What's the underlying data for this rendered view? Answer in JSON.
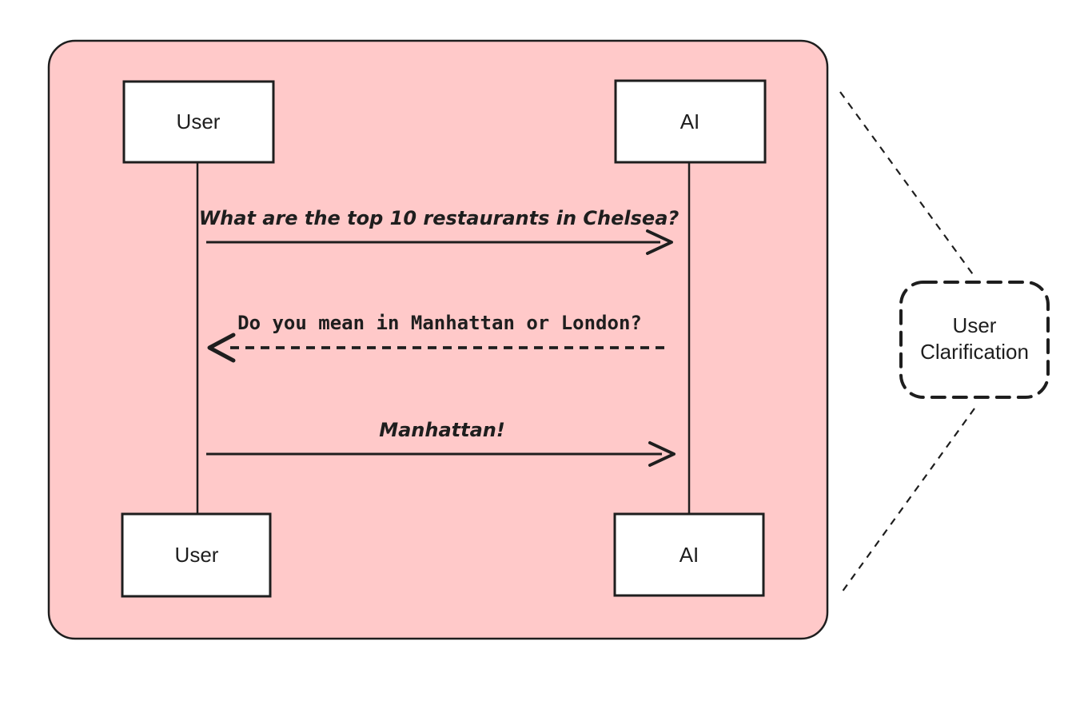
{
  "diagram": {
    "colors": {
      "panel_fill": "#FFC9C9",
      "stroke": "#1E1E1E",
      "box_fill": "#FFFFFF",
      "page_background": "#FFFFFF"
    },
    "actors": {
      "user_top": {
        "label": "User"
      },
      "ai_top": {
        "label": "AI"
      },
      "user_bottom": {
        "label": "User"
      },
      "ai_bottom": {
        "label": "AI"
      }
    },
    "messages": [
      {
        "from": "User",
        "to": "AI",
        "style": "solid",
        "direction": "right",
        "text": "What are the top 10 restaurants in Chelsea?"
      },
      {
        "from": "AI",
        "to": "User",
        "style": "dashed",
        "direction": "left",
        "text": "Do you mean in Manhattan or London?"
      },
      {
        "from": "User",
        "to": "AI",
        "style": "solid",
        "direction": "right",
        "text": "Manhattan!"
      }
    ],
    "callout": {
      "full_label": "User Clarification",
      "lines": [
        "User",
        "Clarification"
      ]
    }
  }
}
